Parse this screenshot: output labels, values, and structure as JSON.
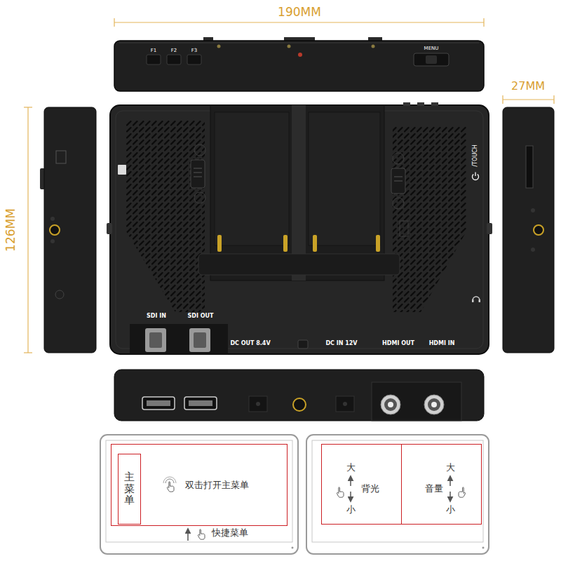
{
  "diagram": {
    "nodes": [
      {
        "text": [
          "双击打开主菜单"
        ]
      },
      {
        "text": [
          "主菜单"
        ],
        "in": 0
      },
      {
        "text": [
          "大",
          "背光",
          "小"
        ]
      },
      {
        "text": [
          "大",
          "音量",
          "小"
        ]
      }
    ],
    "labels": [
      "190MM",
      "F1",
      "F2",
      "F3",
      "MENU",
      "27MM",
      "126MM",
      "/TOUCH",
      "SDI IN",
      "SDI OUT",
      "DC OUT 8.4V",
      "DC IN 12V",
      "HDMI OUT",
      "HDMI IN",
      "快捷菜单"
    ]
  }
}
